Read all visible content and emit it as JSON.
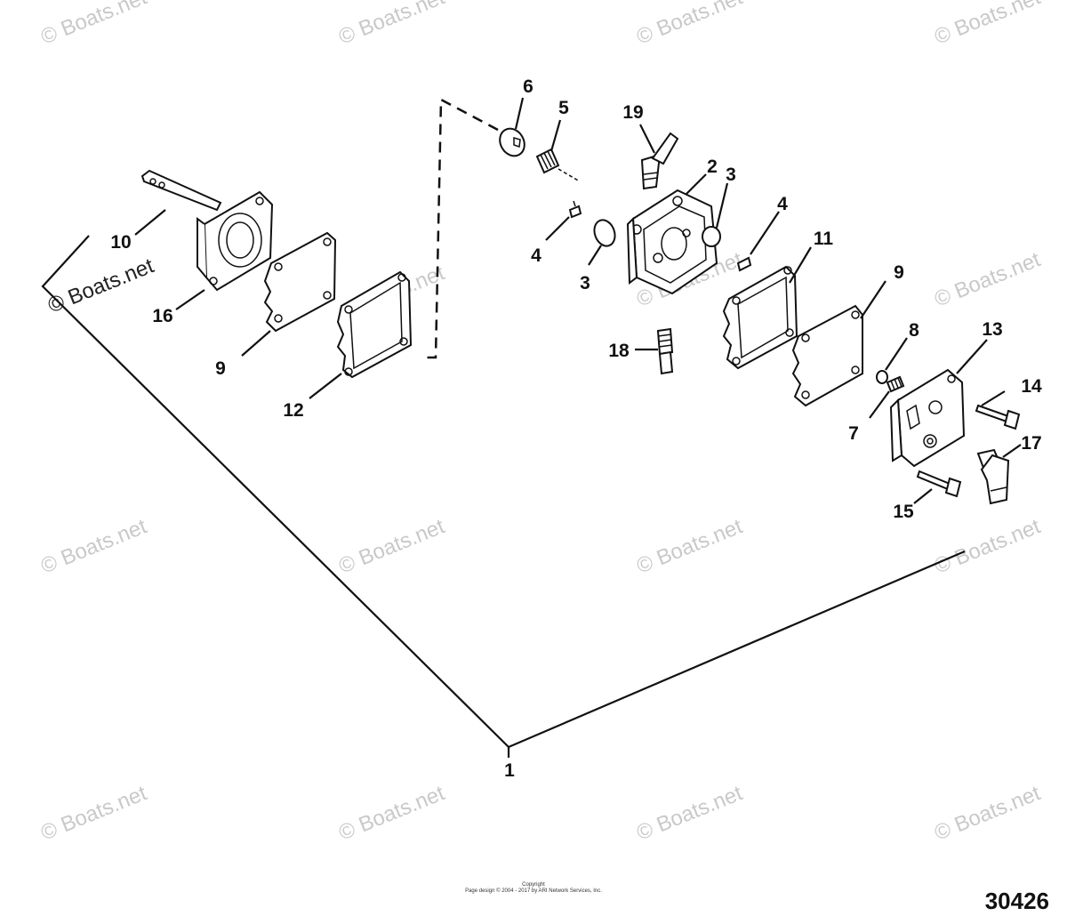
{
  "watermark": "© Boats.net",
  "figure_number": "30426",
  "copyright_line1": "Copyright",
  "copyright_line2": "Page design © 2004 - 2017 by ARI Network Services, Inc.",
  "callouts": {
    "c1": "1",
    "c2": "2",
    "c3a": "3",
    "c3b": "3",
    "c4a": "4",
    "c4b": "4",
    "c5": "5",
    "c6": "6",
    "c7": "7",
    "c8": "8",
    "c9a": "9",
    "c9b": "9",
    "c10": "10",
    "c11": "11",
    "c12": "12",
    "c13": "13",
    "c14": "14",
    "c15": "15",
    "c16": "16",
    "c17": "17",
    "c18": "18",
    "c19": "19"
  }
}
